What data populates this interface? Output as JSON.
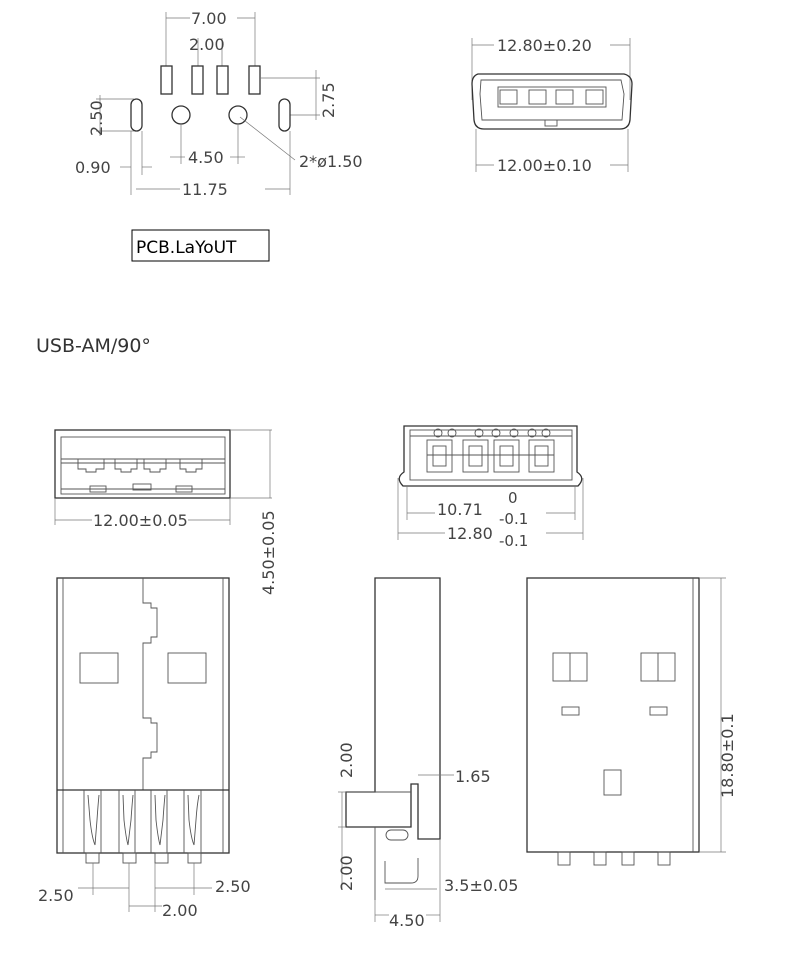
{
  "pcb_layout": {
    "label": "PCB.LaYoUT",
    "dims": {
      "overall_pin_span": "7.00",
      "pin_pitch": "2.00",
      "pin_height": "2.75",
      "tab_height": "2.50",
      "tab_width": "0.90",
      "hole_spacing": "4.50",
      "hole_note": "2*ø1.50",
      "overall_width": "11.75"
    }
  },
  "top_face": {
    "outer_width": "12.80±0.20",
    "inner_width": "12.00±0.10"
  },
  "section_title": "USB-AM/90°",
  "front_view": {
    "width": "12.00±0.05",
    "height": "4.50±0.05"
  },
  "end_view": {
    "inner_value": "10.71",
    "inner_upper": "0",
    "inner_lower": "-0.1",
    "outer_value": "12.80",
    "outer_lower": "-0.1"
  },
  "bottom_left": {
    "left_pitch": "2.50",
    "right_pitch": "2.50",
    "center_pitch": "2.00"
  },
  "side_view": {
    "upper_height": "2.00",
    "lower_height": "2.00",
    "foot_length": "1.65",
    "pin_length": "3.5±0.05",
    "depth": "4.50"
  },
  "top_view": {
    "length": "18.80±0.1"
  }
}
